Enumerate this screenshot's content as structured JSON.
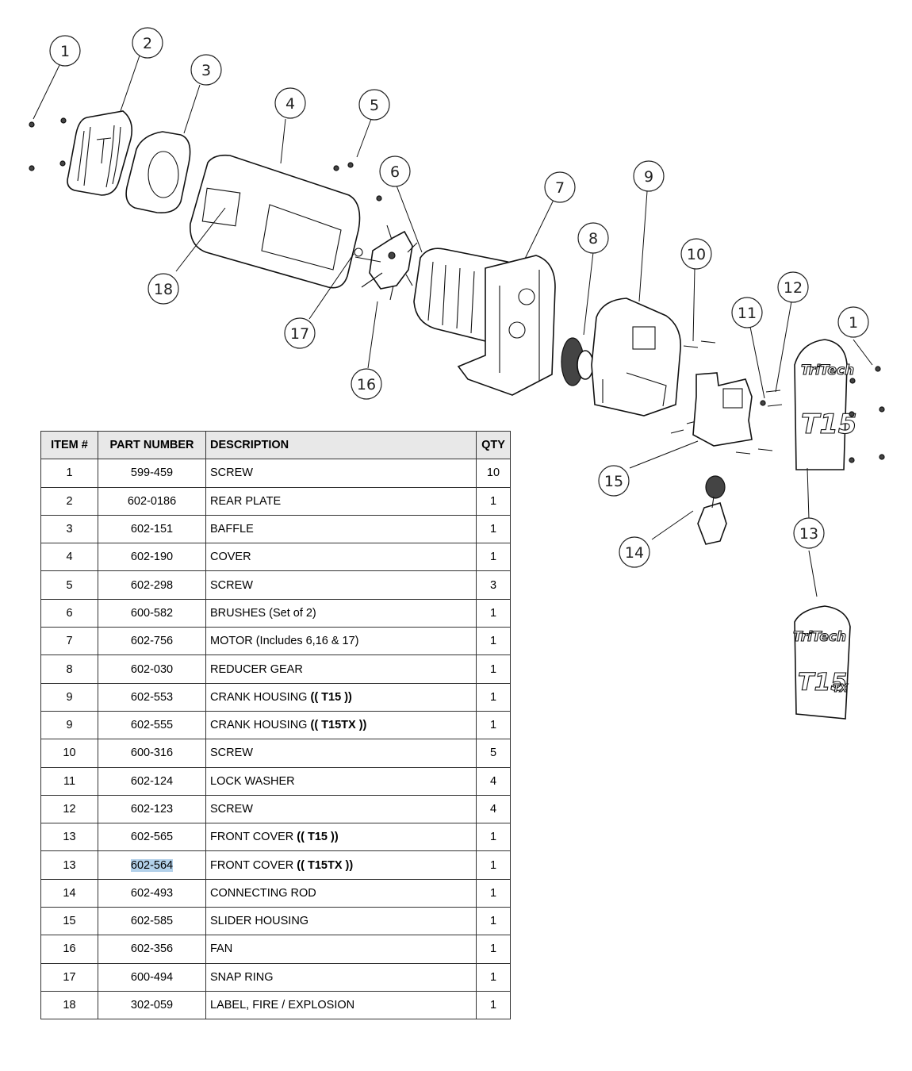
{
  "callouts": [
    {
      "label": "1"
    },
    {
      "label": "2"
    },
    {
      "label": "3"
    },
    {
      "label": "4"
    },
    {
      "label": "5"
    },
    {
      "label": "6"
    },
    {
      "label": "7"
    },
    {
      "label": "8"
    },
    {
      "label": "9"
    },
    {
      "label": "10"
    },
    {
      "label": "11"
    },
    {
      "label": "12"
    },
    {
      "label": "1"
    },
    {
      "label": "18"
    },
    {
      "label": "17"
    },
    {
      "label": "16"
    },
    {
      "label": "15"
    },
    {
      "label": "14"
    },
    {
      "label": "13"
    }
  ],
  "logo": {
    "brand": "TriTech",
    "model": "T15",
    "suffix": "TX"
  },
  "table": {
    "headers": {
      "item": "ITEM #",
      "part": "PART NUMBER",
      "desc": "DESCRIPTION",
      "qty": "QTY"
    },
    "rows": [
      {
        "item": "1",
        "part": "599-459",
        "desc": "SCREW",
        "model": "",
        "qty": "10"
      },
      {
        "item": "2",
        "part": "602-0186",
        "desc": "REAR PLATE",
        "model": "",
        "qty": "1"
      },
      {
        "item": "3",
        "part": "602-151",
        "desc": "BAFFLE",
        "model": "",
        "qty": "1"
      },
      {
        "item": "4",
        "part": "602-190",
        "desc": "COVER",
        "model": "",
        "qty": "1"
      },
      {
        "item": "5",
        "part": "602-298",
        "desc": "SCREW",
        "model": "",
        "qty": "3"
      },
      {
        "item": "6",
        "part": "600-582",
        "desc": "BRUSHES (Set of 2)",
        "model": "",
        "qty": "1"
      },
      {
        "item": "7",
        "part": "602-756",
        "desc": "MOTOR (Includes 6,16 & 17)",
        "model": "",
        "qty": "1"
      },
      {
        "item": "8",
        "part": "602-030",
        "desc": "REDUCER GEAR",
        "model": "",
        "qty": "1"
      },
      {
        "item": "9",
        "part": "602-553",
        "desc": "CRANK HOUSING ",
        "model": "(( T15 ))",
        "qty": "1"
      },
      {
        "item": "9",
        "part": "602-555",
        "desc": "CRANK HOUSING ",
        "model": "(( T15TX ))",
        "qty": "1"
      },
      {
        "item": "10",
        "part": "600-316",
        "desc": "SCREW",
        "model": "",
        "qty": "5"
      },
      {
        "item": "11",
        "part": "602-124",
        "desc": "LOCK WASHER",
        "model": "",
        "qty": "4"
      },
      {
        "item": "12",
        "part": "602-123",
        "desc": "SCREW",
        "model": "",
        "qty": "4"
      },
      {
        "item": "13",
        "part": "602-565",
        "desc": "FRONT COVER ",
        "model": "(( T15 ))",
        "qty": "1"
      },
      {
        "item": "13",
        "part": "602-564",
        "desc": "FRONT COVER ",
        "model": "(( T15TX ))",
        "qty": "1",
        "highlight": true
      },
      {
        "item": "14",
        "part": "602-493",
        "desc": "CONNECTING ROD",
        "model": "",
        "qty": "1"
      },
      {
        "item": "15",
        "part": "602-585",
        "desc": "SLIDER HOUSING",
        "model": "",
        "qty": "1"
      },
      {
        "item": "16",
        "part": "602-356",
        "desc": "FAN",
        "model": "",
        "qty": "1"
      },
      {
        "item": "17",
        "part": "600-494",
        "desc": "SNAP RING",
        "model": "",
        "qty": "1"
      },
      {
        "item": "18",
        "part": "302-059",
        "desc": "LABEL, FIRE / EXPLOSION",
        "model": "",
        "qty": "1"
      }
    ]
  }
}
